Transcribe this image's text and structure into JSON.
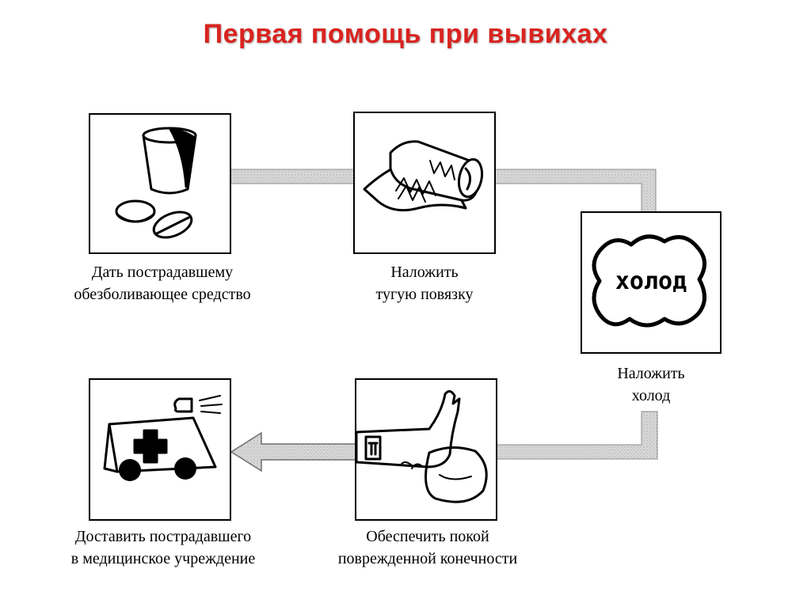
{
  "title": "Первая помощь при вывихах",
  "steps": [
    {
      "icon": "pills-and-cup-icon",
      "caption": [
        "Дать пострадавшему",
        "обезболивающее средство"
      ]
    },
    {
      "icon": "bandage-roll-icon",
      "caption": [
        "Наложить",
        "тугую повязку"
      ]
    },
    {
      "icon": "cold-pack-icon",
      "icon_text": "холод",
      "caption": [
        "Наложить",
        "холод"
      ]
    },
    {
      "icon": "rested-limb-icon",
      "caption": [
        "Обеспечить покой",
        "поврежденной конечности"
      ]
    },
    {
      "icon": "ambulance-icon",
      "caption": [
        "Доставить пострадавшего",
        "в медицинское учреждение"
      ]
    }
  ],
  "colors": {
    "title": "#d9231f",
    "connector_fill": "#d7d7d7",
    "connector_border": "#8c8c8c"
  }
}
